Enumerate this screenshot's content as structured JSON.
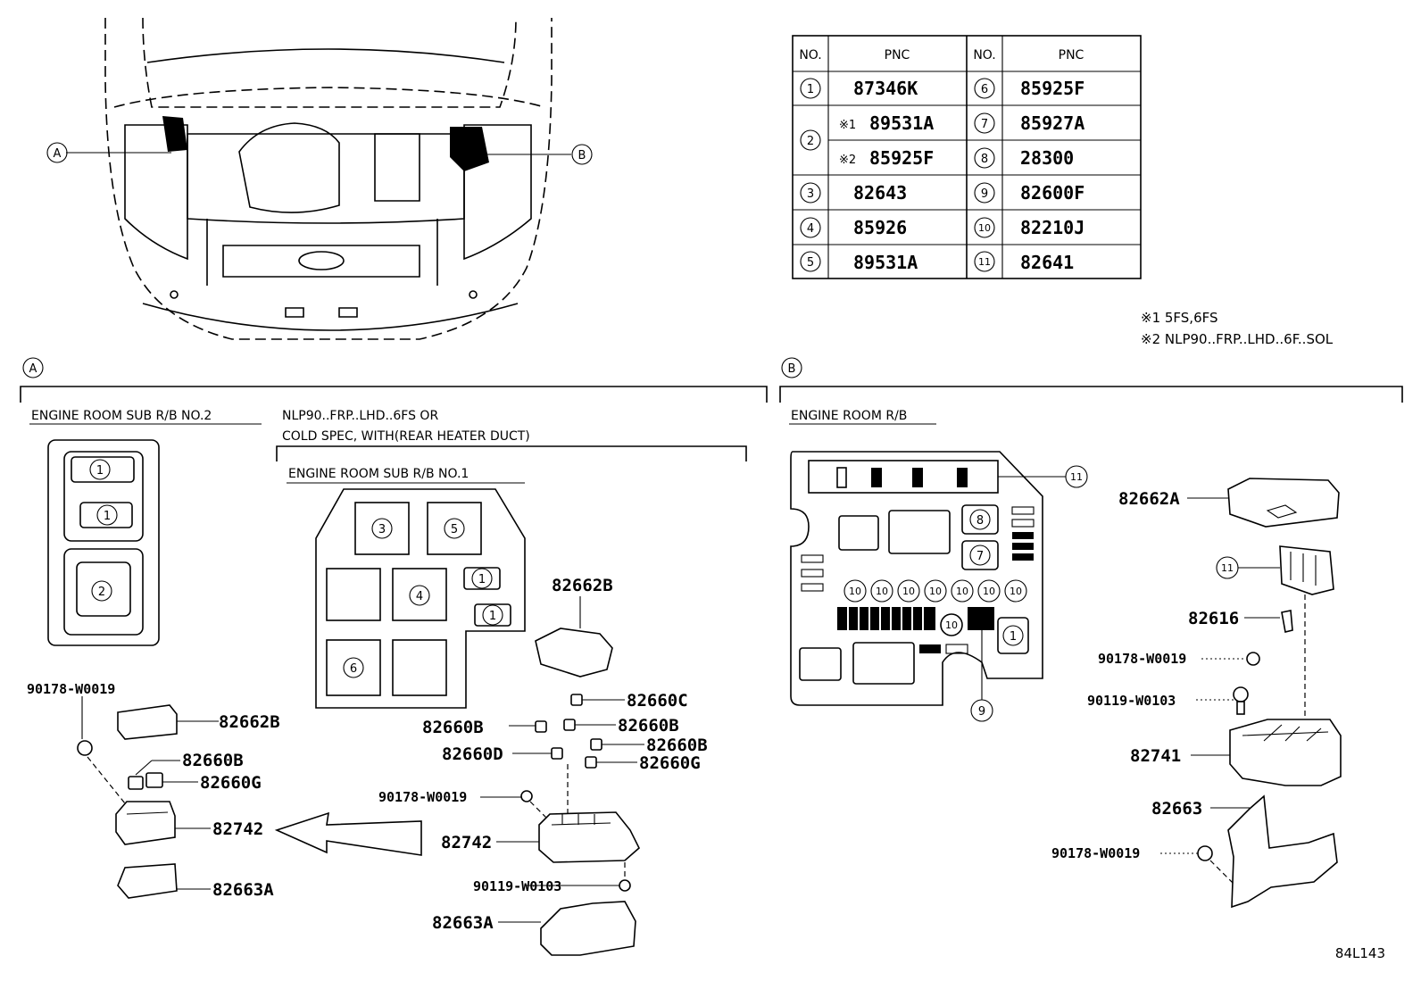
{
  "table": {
    "headers": [
      "NO.",
      "PNC",
      "NO.",
      "PNC"
    ],
    "rows": [
      {
        "no": "1",
        "pnc": "87346K",
        "no2": "6",
        "pnc2": "85925F"
      },
      {
        "no": "2",
        "pnc_a_mark": "※1",
        "pnc_a": "89531A",
        "no2": "7",
        "pnc2": "85927A"
      },
      {
        "no": "",
        "pnc_b_mark": "※2",
        "pnc_b": "85925F",
        "no2": "8",
        "pnc2": "28300"
      },
      {
        "no": "3",
        "pnc": "82643",
        "no2": "9",
        "pnc2": "82600F"
      },
      {
        "no": "4",
        "pnc": "85926",
        "no2": "10",
        "pnc2": "82210J"
      },
      {
        "no": "5",
        "pnc": "89531A",
        "no2": "11",
        "pnc2": "82641"
      }
    ]
  },
  "notes": {
    "n1": "※1 5FS,6FS",
    "n2": "※2 NLP90..FRP..LHD..6F..SOL"
  },
  "views": {
    "a": "A",
    "b": "B"
  },
  "section_a": {
    "title_sub2": "ENGINE ROOM SUB R/B NO.2",
    "cond_line1": "NLP90..FRP..LHD..6FS OR",
    "cond_line2": "COLD SPEC, WITH(REAR HEATER DUCT)",
    "title_sub1": "ENGINE ROOM SUB R/B NO.1",
    "box2_labels": [
      "1",
      "1",
      "2"
    ],
    "box1_labels": [
      "3",
      "5",
      "1",
      "4",
      "1",
      "6"
    ],
    "parts_left": [
      "90178-W0019",
      "82662B",
      "82660B",
      "82660G",
      "82742",
      "82663A"
    ],
    "parts_right": [
      "82662B",
      "82660C",
      "82660B",
      "82660B",
      "82660B",
      "82660D",
      "82660G",
      "90178-W0019",
      "82742",
      "90119-W0103",
      "82663A"
    ]
  },
  "section_b": {
    "title": "ENGINE ROOM R/B",
    "callouts": [
      "11",
      "8",
      "7",
      "10",
      "10",
      "10",
      "10",
      "10",
      "10",
      "10",
      "10",
      "1",
      "9"
    ],
    "parts": [
      "82662A",
      "11",
      "82616",
      "90178-W0019",
      "90119-W0103",
      "82741",
      "82663",
      "90178-W0019"
    ]
  },
  "figure_code": "84L143"
}
